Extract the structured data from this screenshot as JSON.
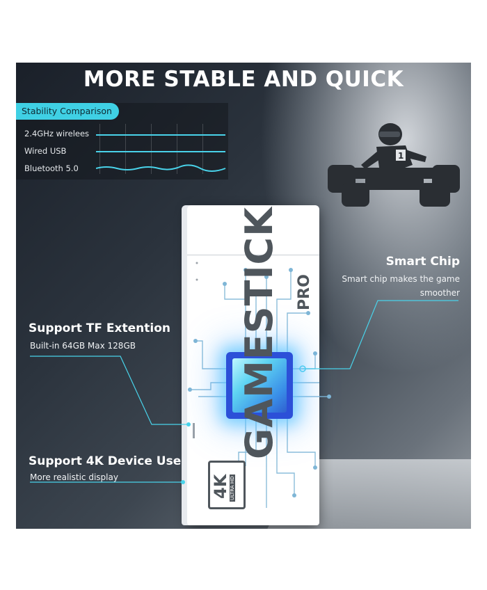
{
  "headline": "MORE STABLE AND QUICK",
  "stability": {
    "tag": "Stability Comparison",
    "rows": [
      "2.4GHz wirelees",
      "Wired USB",
      "Bluetooth 5.0"
    ]
  },
  "features": {
    "smart_chip": {
      "title": "Smart Chip",
      "desc_line1": "Smart chip makes the game",
      "desc_line2": "smoother"
    },
    "tf": {
      "title": "Support TF Extention",
      "desc": "Built-in 64GB Max 128GB"
    },
    "uhd": {
      "title": "Support 4K Device Use",
      "desc": "More realistic display"
    }
  },
  "device": {
    "brand_text": "GAMESTICK",
    "model_text": "PRO",
    "badge_main": "4K",
    "badge_sub": "ULTRA HD"
  },
  "colors": {
    "accent": "#3fd0e4",
    "text": "#ffffff",
    "chip": "#2c50d8"
  },
  "icons": [
    "go-kart-racer-icon",
    "processor-chip-icon"
  ]
}
